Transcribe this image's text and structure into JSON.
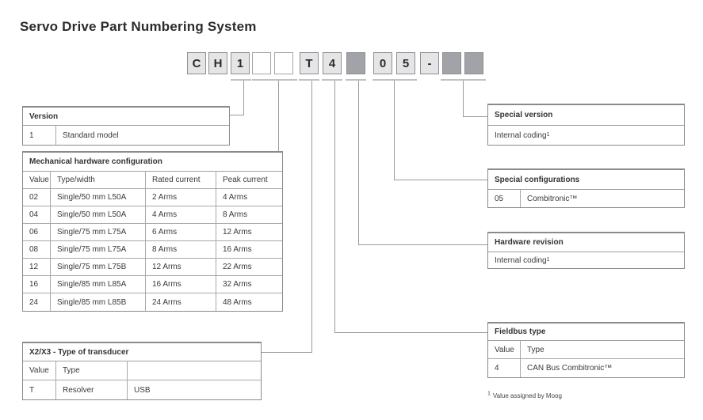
{
  "title": "Servo Drive Part Numbering System",
  "part_number": {
    "boxes": [
      {
        "char": "C",
        "kind": "prefilled"
      },
      {
        "char": "H",
        "kind": "prefilled"
      },
      {
        "char": "1",
        "kind": "prefilled"
      },
      {
        "char": "",
        "kind": "user-choice"
      },
      {
        "char": "",
        "kind": "user-choice"
      },
      {
        "char": "T",
        "kind": "prefilled"
      },
      {
        "char": "4",
        "kind": "prefilled"
      },
      {
        "char": "",
        "kind": "factory-assigned"
      },
      {
        "char": "0",
        "kind": "prefilled"
      },
      {
        "char": "5",
        "kind": "prefilled"
      },
      {
        "char": "-",
        "kind": "prefilled"
      },
      {
        "char": "",
        "kind": "factory-assigned"
      },
      {
        "char": "",
        "kind": "factory-assigned"
      }
    ]
  },
  "tables": {
    "version": {
      "title": "Version",
      "rows": [
        [
          "1",
          "Standard model"
        ]
      ]
    },
    "mech": {
      "title": "Mechanical hardware configuration",
      "columns": [
        "Value",
        "Type/width",
        "Rated current",
        "Peak current"
      ],
      "rows": [
        [
          "02",
          "Single/50 mm L50A",
          "2 Arms",
          "4 Arms"
        ],
        [
          "04",
          "Single/50 mm L50A",
          "4 Arms",
          "8 Arms"
        ],
        [
          "06",
          "Single/75 mm L75A",
          "6 Arms",
          "12 Arms"
        ],
        [
          "08",
          "Single/75 mm L75A",
          "8 Arms",
          "16 Arms"
        ],
        [
          "12",
          "Single/75 mm L75B",
          "12 Arms",
          "22 Arms"
        ],
        [
          "16",
          "Single/85 mm L85A",
          "16 Arms",
          "32 Arms"
        ],
        [
          "24",
          "Single/85 mm L85B",
          "24 Arms",
          "48 Arms"
        ]
      ]
    },
    "transducer": {
      "title": "X2/X3 - Type of transducer",
      "columns": [
        "Value",
        "Type",
        ""
      ],
      "rows": [
        [
          "T",
          "Resolver",
          "USB"
        ]
      ]
    },
    "special_version": {
      "title": "Special version",
      "note": "Internal coding",
      "note_sup": "1"
    },
    "special_config": {
      "title": "Special configurations",
      "rows": [
        [
          "05",
          "Combitronic™"
        ]
      ]
    },
    "hardware_revision": {
      "title": "Hardware revision",
      "note": "Internal coding",
      "note_sup": "1"
    },
    "fieldbus": {
      "title": "Fieldbus type",
      "columns": [
        "Value",
        "Type"
      ],
      "rows": [
        [
          "4",
          "CAN Bus Combitronic™"
        ]
      ]
    }
  },
  "footnote": {
    "sup": "1",
    "text": "Value assigned by Moog"
  },
  "colors": {
    "prefilled_box_fill": "#e5e5e7",
    "assigned_box_fill": "#a1a3a8",
    "blank_box_fill": "#ffffff",
    "table_border": "#8a8a8a",
    "connector_line": "#9b9b9b",
    "tick_line": "#c2c2c2",
    "text": "#3a3a3a"
  }
}
